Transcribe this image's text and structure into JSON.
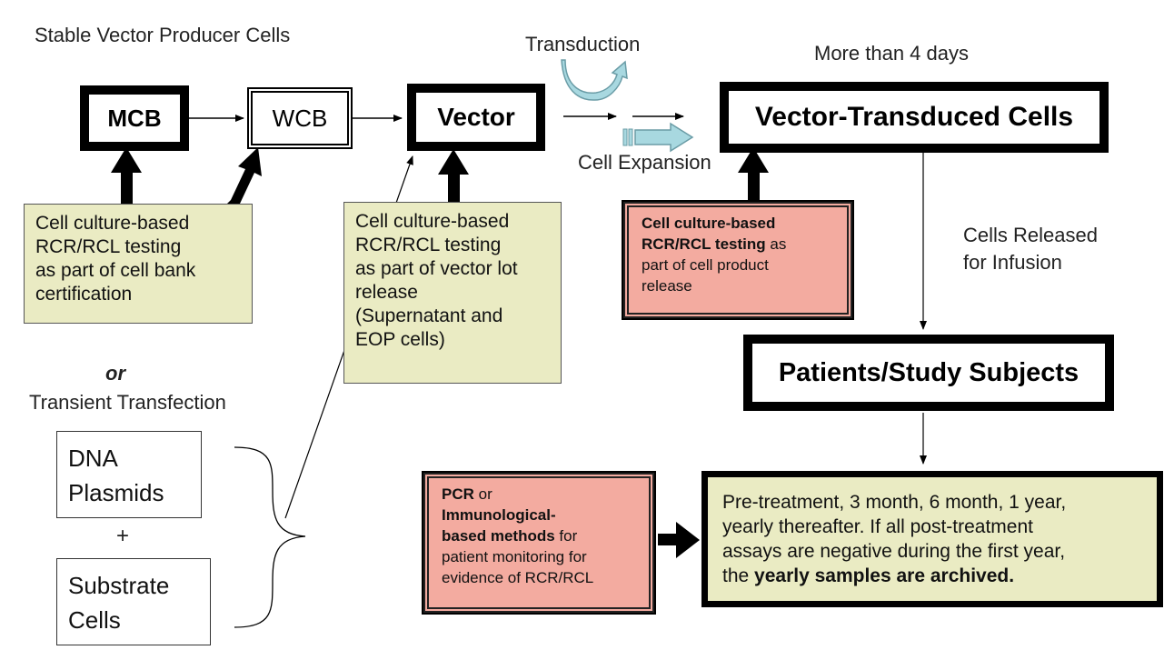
{
  "labels": {
    "stable": "Stable Vector Producer Cells",
    "transduction": "Transduction",
    "more_days": "More than 4 days",
    "cell_expansion": "Cell Expansion",
    "cells_released_1": "Cells Released",
    "cells_released_2": "for Infusion",
    "or": "or",
    "transient": "Transient Transfection",
    "plus": "+"
  },
  "boxes": {
    "mcb": "MCB",
    "wcb": "WCB",
    "vector": "Vector",
    "vtc": "Vector-Transduced Cells",
    "patients": "Patients/Study Subjects",
    "dna_1": "DNA",
    "dna_2": "Plasmids",
    "substrate_1": "Substrate",
    "substrate_2": "Cells"
  },
  "notes": {
    "cellbank": [
      "Cell culture-based",
      "RCR/RCL testing",
      "as part of cell bank",
      "certification"
    ],
    "vectorlot": [
      "Cell culture-based",
      "RCR/RCL testing",
      "as part of vector lot",
      "release",
      "(Supernatant and",
      "EOP cells)"
    ],
    "cellproduct": {
      "bold_1": "Cell culture-based",
      "bold_2": "RCR/RCL testing",
      "tail_2": " as",
      "line_3": "part of cell product",
      "line_4": "release"
    },
    "pcr": {
      "bold_1": "PCR",
      "tail_1": " or",
      "bold_2": "Immunological-",
      "bold_3": "based methods",
      "tail_3": " for",
      "line_4": "patient monitoring for",
      "line_5": "evidence of RCR/RCL"
    },
    "schedule": {
      "line_1": "Pre-treatment, 3 month, 6 month, 1 year,",
      "line_2": "yearly thereafter. If all post-treatment",
      "line_3": "assays are negative during the first year,",
      "line_4_pre": "the ",
      "line_4_bold": "yearly samples are archived."
    }
  },
  "colors": {
    "green_note": "#eaebc3",
    "pink_note": "#f3aba0",
    "arrow_teal": "#a8d8e0"
  }
}
